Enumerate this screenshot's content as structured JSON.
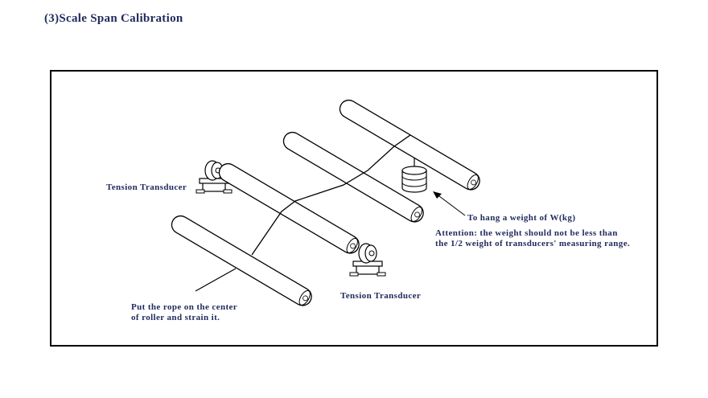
{
  "title": "(3)Scale Span Calibration",
  "labels": {
    "transducer_left": "Tension Transducer",
    "transducer_right": "Tension Transducer",
    "weight": "To hang a weight of W(kg)",
    "attention_line1": "Attention: the weight should not be less than",
    "attention_line2": "the 1/2 weight of transducers' measuring range.",
    "rope_line1": "Put the rope on the center",
    "rope_line2": "of roller and strain it."
  },
  "colors": {
    "text": "#1f2a5c",
    "line": "#000000"
  }
}
